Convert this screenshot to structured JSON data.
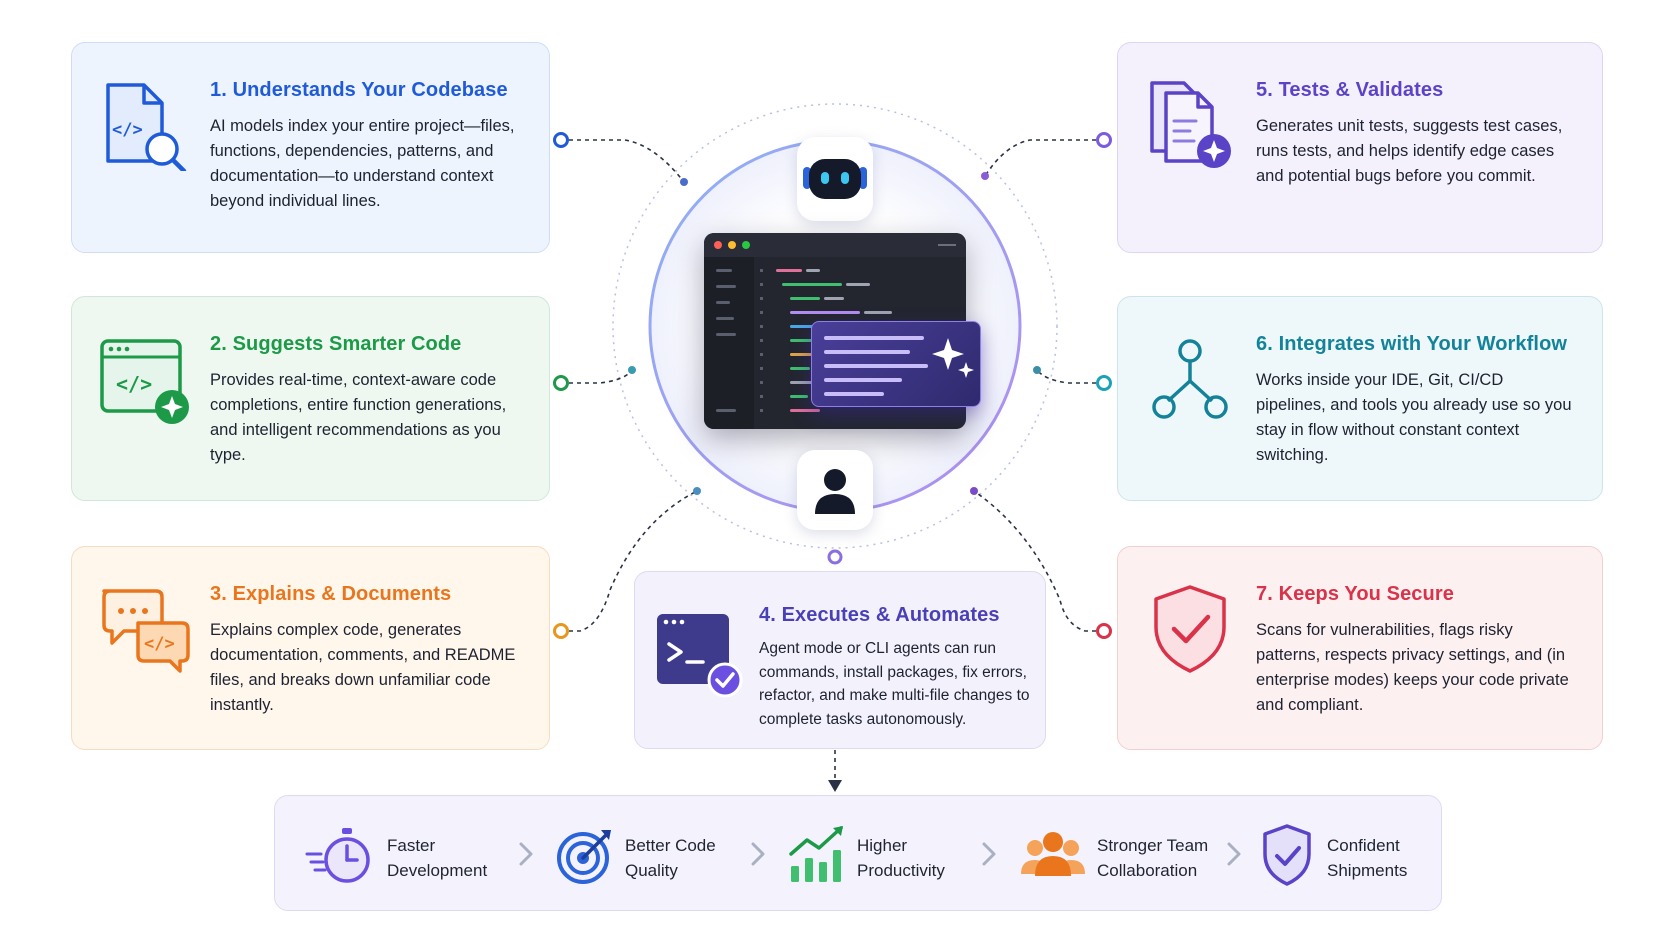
{
  "cards": [
    {
      "number": "1.",
      "title": "Understands Your Codebase",
      "text": "AI models index your entire project—files, functions, dependencies, patterns, and documentation—to understand context beyond individual lines.",
      "icon": "code-file-search-icon",
      "color": "#1f5bd8"
    },
    {
      "number": "2.",
      "title": "Suggests Smarter Code",
      "text": "Provides real-time, context-aware code completions, entire function generations, and intelligent recommendations as you type.",
      "icon": "code-window-sparkle-icon",
      "color": "#1c9a48"
    },
    {
      "number": "3.",
      "title": "Explains & Documents",
      "text": "Explains complex code, generates documentation, comments, and README files, and breaks down unfamiliar code instantly.",
      "icon": "chat-bubbles-code-icon",
      "color": "#e9761c"
    },
    {
      "number": "4.",
      "title": "Executes & Automates",
      "text": "Agent mode or CLI agents can run commands, install packages, fix errors, refactor, and make multi-file changes to complete tasks autonomously.",
      "icon": "terminal-check-icon",
      "color": "#4b3fb8"
    },
    {
      "number": "5.",
      "title": "Tests & Validates",
      "text": "Generates unit tests, suggests test cases, runs tests, and helps identify edge cases and potential bugs before you commit.",
      "icon": "documents-sparkle-icon",
      "color": "#5b43c8"
    },
    {
      "number": "6.",
      "title": "Integrates with Your Workflow",
      "text": "Works inside your IDE, Git, CI/CD pipelines, and tools you already use so you stay in flow without constant context switching.",
      "icon": "git-branch-icon",
      "color": "#14839a"
    },
    {
      "number": "7.",
      "title": "Keeps You Secure",
      "text": "Scans for vulnerabilities, flags risky patterns, respects privacy settings, and (in enterprise modes) keeps your code private and compliant.",
      "icon": "shield-check-icon",
      "color": "#d93249"
    }
  ],
  "benefits": [
    {
      "line1": "Faster",
      "line2": "Development",
      "icon": "stopwatch-speed-icon"
    },
    {
      "line1": "Better Code",
      "line2": "Quality",
      "icon": "target-arrow-icon"
    },
    {
      "line1": "Higher",
      "line2": "Productivity",
      "icon": "growth-chart-icon"
    },
    {
      "line1": "Stronger Team",
      "line2": "Collaboration",
      "icon": "team-people-icon"
    },
    {
      "line1": "Confident",
      "line2": "Shipments",
      "icon": "shield-check-small-icon"
    }
  ],
  "hub": {
    "ai_icon": "ai-robot-icon",
    "user_icon": "user-avatar-icon",
    "editor_icon": "code-editor-icon"
  }
}
